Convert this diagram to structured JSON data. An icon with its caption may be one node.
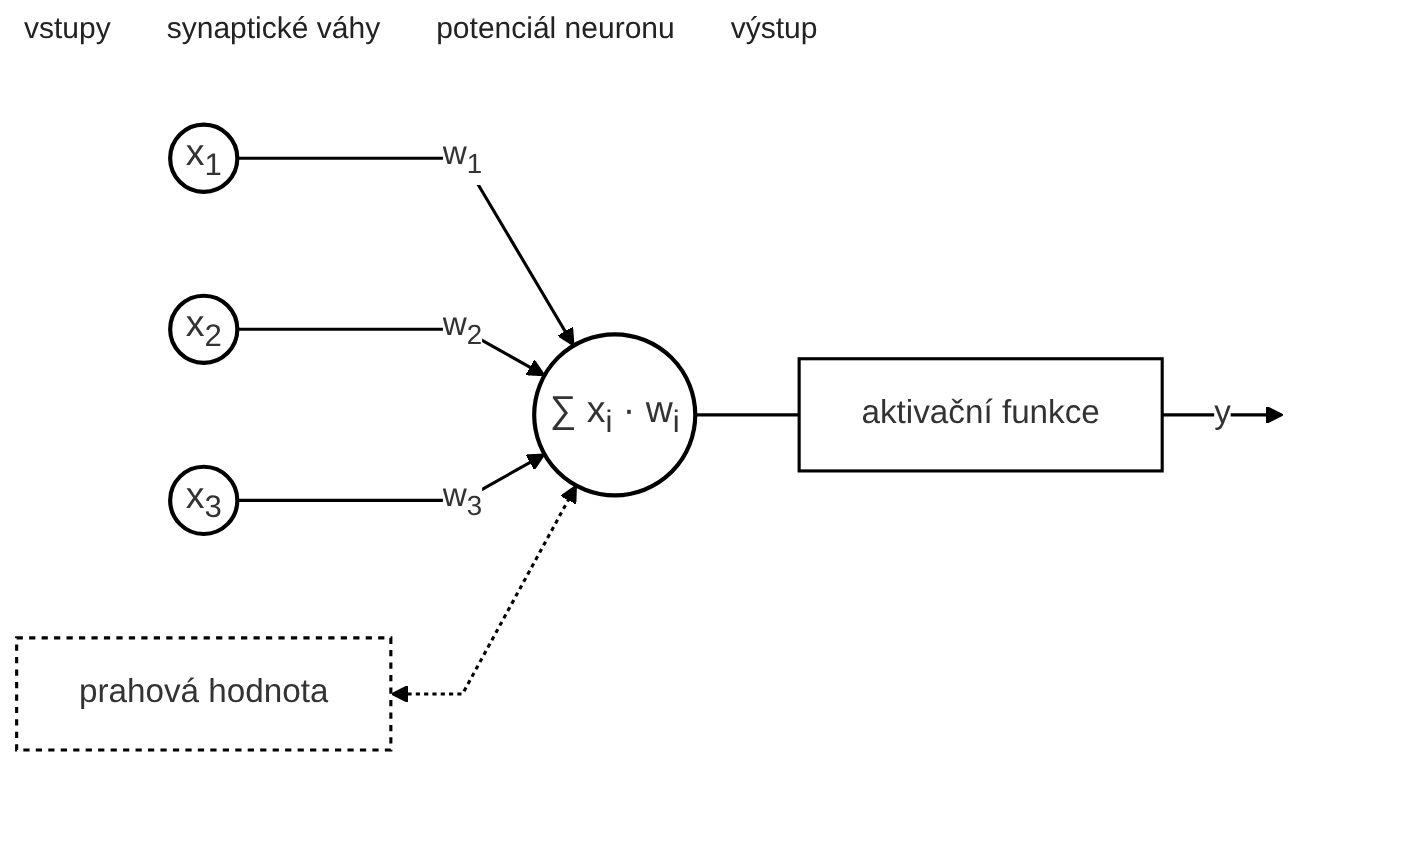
{
  "diagram": {
    "nodes": [
      {
        "text": [
          "x$_{1}$"
        ]
      },
      {
        "text": [
          "x$_{2}$"
        ]
      },
      {
        "text": [
          "x$_{3}$"
        ]
      },
      {
        "text": [
          "∑ x$_{i}$ · w$_{i}$"
        ]
      },
      {
        "text": [
          "aktivační funkce"
        ]
      },
      {
        "text": [
          "prahová hodnota"
        ]
      }
    ],
    "edges": [
      {
        "from": 0,
        "to": 3,
        "arrow": "to",
        "label": "w$_{1}$"
      },
      {
        "from": 1,
        "to": 3,
        "arrow": "to",
        "label": "w$_{2}$"
      },
      {
        "from": 2,
        "to": 3,
        "arrow": "to",
        "label": "w$_{3}$"
      },
      {
        "from": 3,
        "to": 4,
        "arrow": "none"
      },
      {
        "from": 4,
        "to": null,
        "arrow": "to",
        "label": "y"
      },
      {
        "from": 5,
        "to": 3,
        "arrow": "both",
        "style": "dashed"
      }
    ],
    "labels": [
      "vstupy",
      "synaptické váhy",
      "potenciál neuronu",
      "výstup"
    ]
  }
}
